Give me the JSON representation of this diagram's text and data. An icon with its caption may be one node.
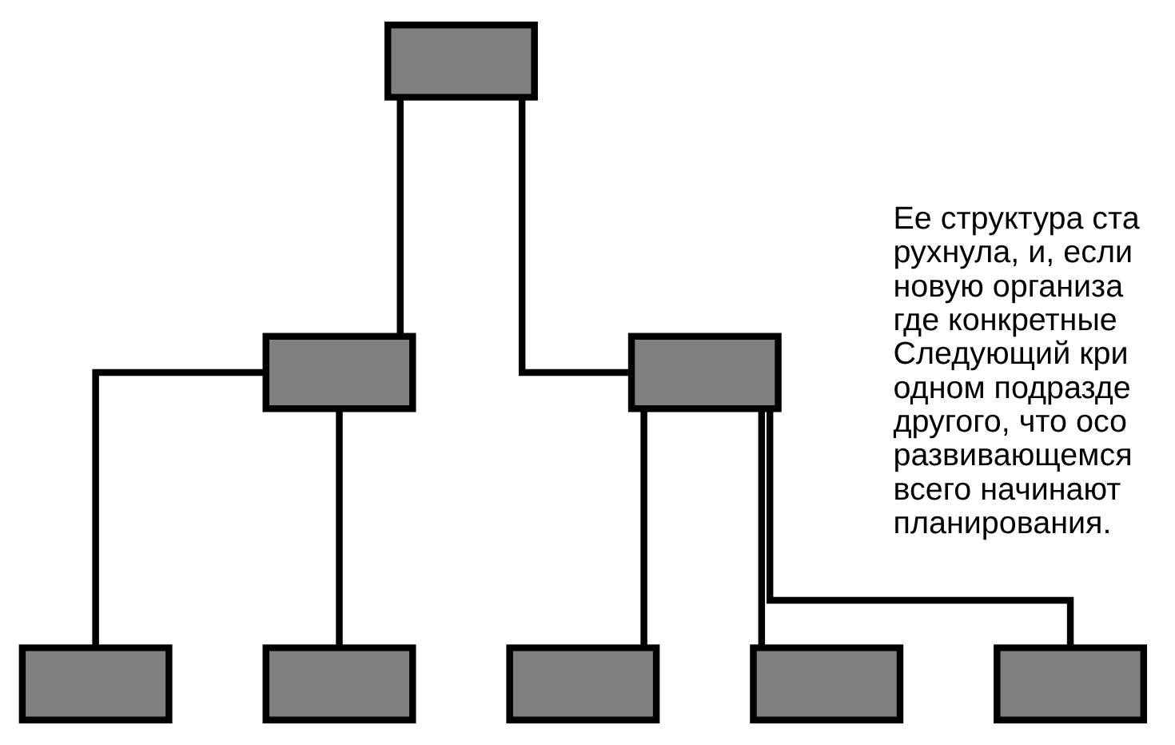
{
  "diagram": {
    "nodes": [
      {
        "text": [],
        "shape": "box"
      },
      {
        "text": [],
        "shape": "box"
      },
      {
        "text": [],
        "shape": "box"
      },
      {
        "text": [],
        "shape": "box"
      },
      {
        "text": [],
        "shape": "box"
      },
      {
        "text": [],
        "shape": "box"
      },
      {
        "text": [],
        "shape": "box"
      },
      {
        "text": [],
        "shape": "box"
      }
    ],
    "edges": [
      {
        "from": 0,
        "to": 1,
        "arrow": "none"
      },
      {
        "from": 0,
        "to": 2,
        "arrow": "none"
      },
      {
        "from": 1,
        "to": 3,
        "arrow": "none"
      },
      {
        "from": 1,
        "to": 4,
        "arrow": "none"
      },
      {
        "from": 2,
        "to": 5,
        "arrow": "none"
      },
      {
        "from": 2,
        "to": 6,
        "arrow": "none"
      },
      {
        "from": 2,
        "to": 7,
        "arrow": "none"
      }
    ],
    "labels": [
      "Ее структура ста рухнула, и, если новую организа где конкретные Следующий кри одном подразде другого, что осо развивающемся всего начинают планирования."
    ]
  }
}
